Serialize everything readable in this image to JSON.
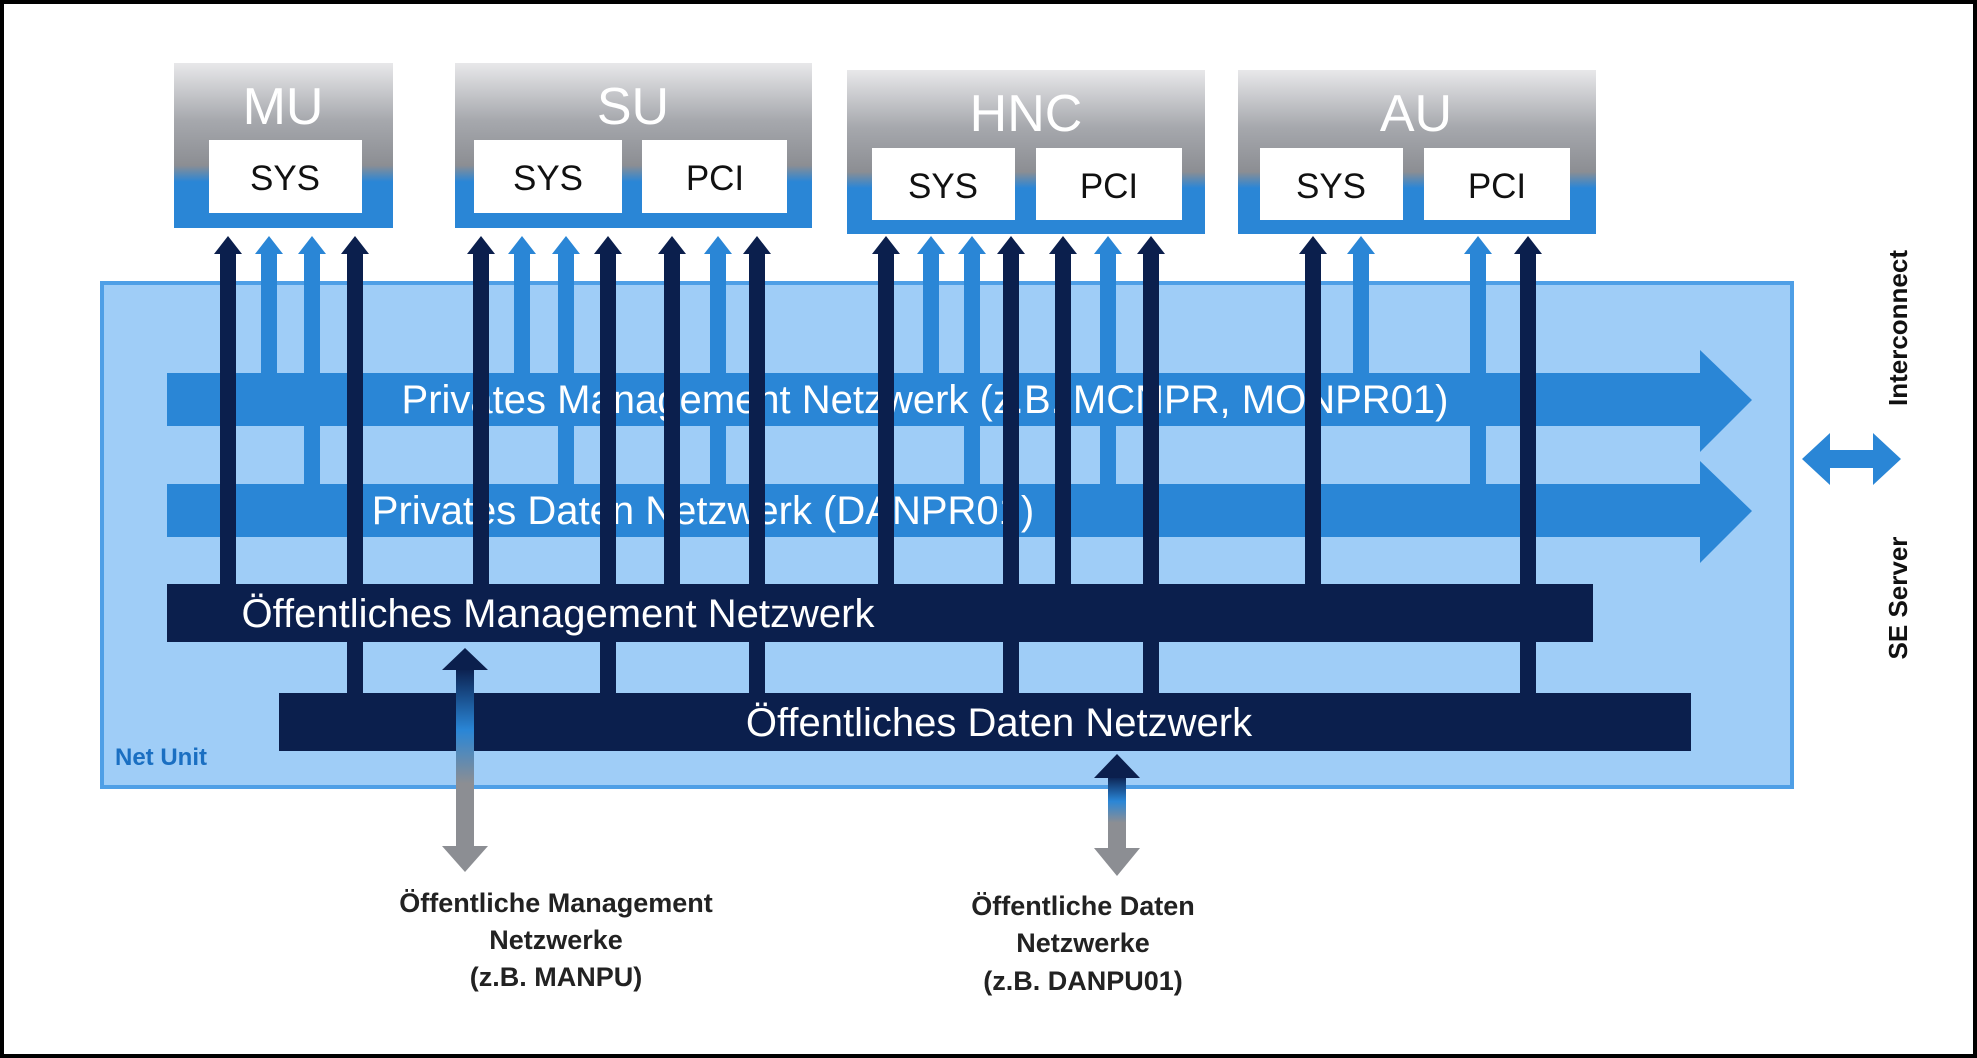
{
  "units": [
    {
      "name": "MU",
      "boxes": [
        "SYS"
      ]
    },
    {
      "name": "SU",
      "boxes": [
        "SYS",
        "PCI"
      ]
    },
    {
      "name": "HNC",
      "boxes": [
        "SYS",
        "PCI"
      ]
    },
    {
      "name": "AU",
      "boxes": [
        "SYS",
        "PCI"
      ]
    }
  ],
  "networks": {
    "private_management": "Privates Management Netzwerk (z.B. MCNPR, MONPR01)",
    "private_data": "Privates Daten Netzwerk (DANPR01)",
    "public_management": "Öffentliches Management Netzwerk",
    "public_data": "Öffentliches Daten Netzwerk"
  },
  "net_unit_label": "Net Unit",
  "side_label": {
    "line1": "Interconnect",
    "line2": "SE Server"
  },
  "external": {
    "management": [
      "Öffentliche Management",
      "Netzwerke",
      "(z.B. MANPU)"
    ],
    "data": [
      "Öffentliche Daten",
      "Netzwerke",
      "(z.B. DANPU01)"
    ]
  },
  "colors": {
    "dark_navy": "#0b1f4d",
    "blue": "#2a86d6",
    "net_unit_fill": "#9fcdf7",
    "net_unit_border": "#4f9fe6",
    "unit_gray": "#8c8e93",
    "label_blue": "#1a6fc2"
  }
}
